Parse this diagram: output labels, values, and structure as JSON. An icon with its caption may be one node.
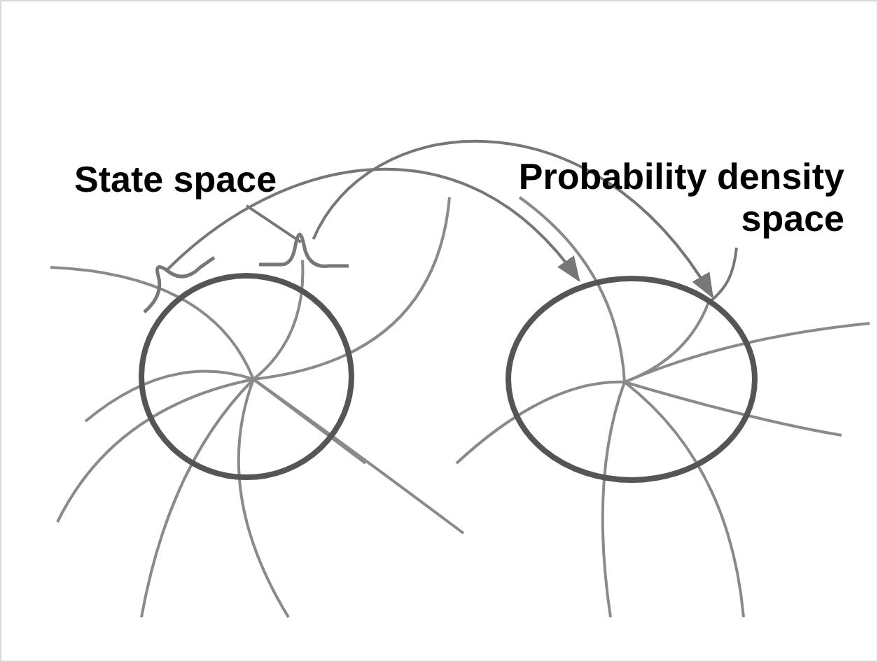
{
  "diagram": {
    "nodes": [
      {
        "text": [
          "State space"
        ]
      },
      {
        "text": [
          "Probability density space"
        ]
      },
      {
        "text": [],
        "shape": "picture"
      },
      {
        "text": [],
        "shape": "picture"
      },
      {
        "text": [],
        "shape": "circle"
      },
      {
        "text": [],
        "shape": "circle"
      }
    ],
    "edges": [
      {
        "from": 0,
        "to": 3,
        "arrow": "none"
      },
      {
        "from": 1,
        "to": 5,
        "arrow": "none"
      },
      {
        "from": 2,
        "to": 5,
        "arrow": "to"
      },
      {
        "from": 3,
        "to": 5,
        "arrow": "to"
      }
    ]
  }
}
